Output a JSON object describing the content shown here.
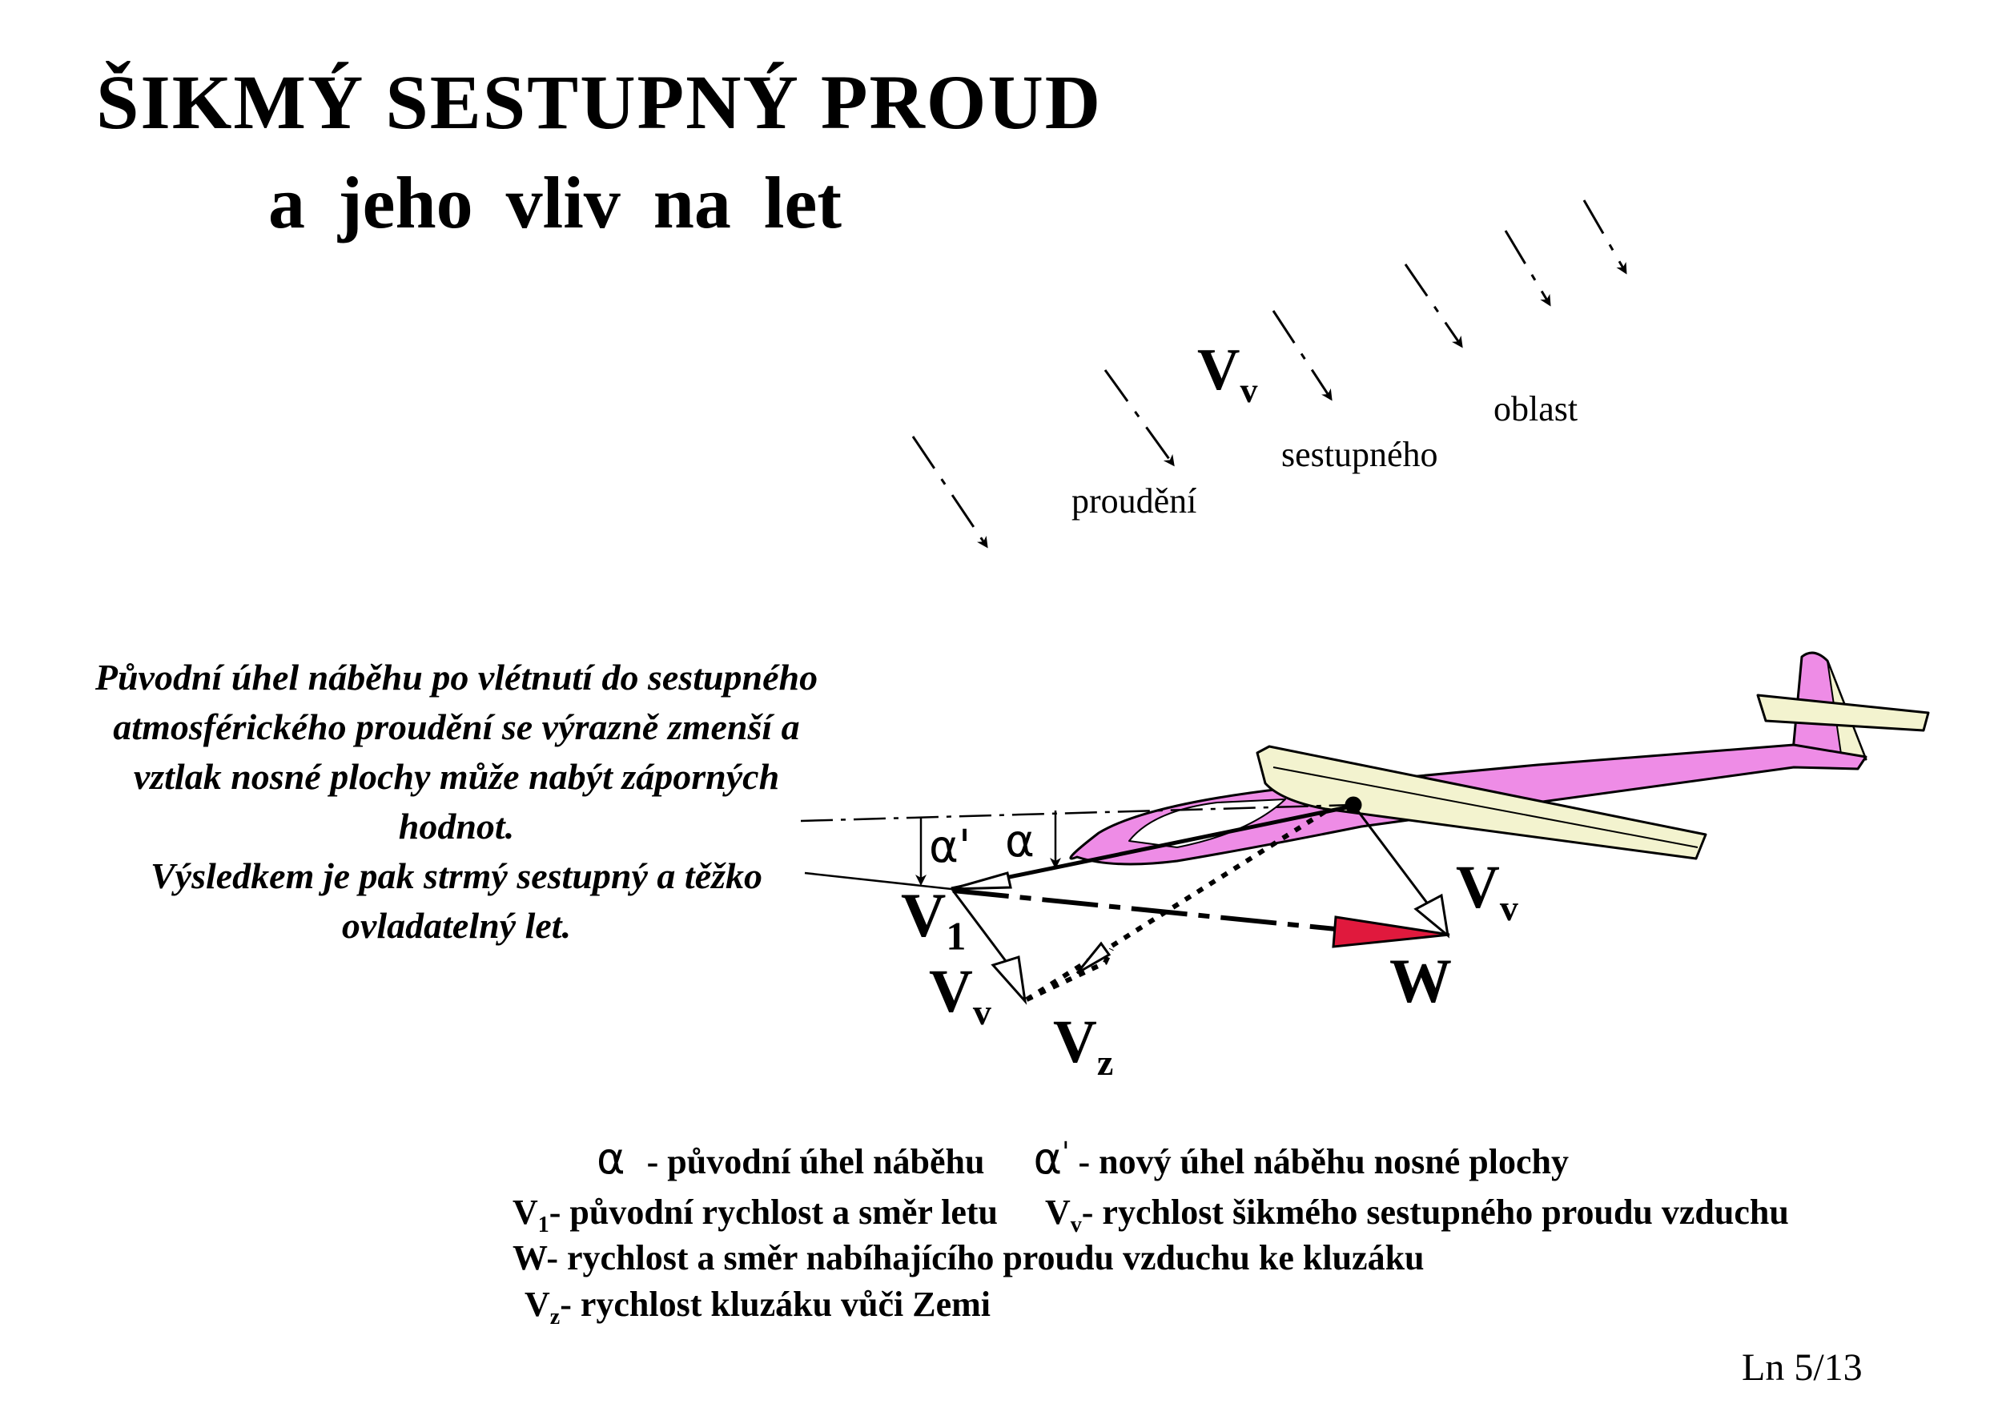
{
  "title": {
    "line1": "ŠIKMÝ  SESTUPNÝ  PROUD",
    "line2": "a  jeho  vliv  na  let"
  },
  "flow_words": [
    "proudění",
    "sestupného",
    "oblast"
  ],
  "flow_symbol": {
    "main": "V",
    "sub": "v"
  },
  "description": [
    "Původní úhel náběhu po vlétnutí do sestupného",
    "atmosférického proudění se výrazně zmenší a",
    "vztlak nosné plochy může nabýt záporných",
    "hodnot.",
    "Výsledkem je pak strmý sestupný a těžko",
    "ovladatelný let."
  ],
  "diagram_labels": {
    "alpha_prime": "α'",
    "alpha": "α",
    "v1": {
      "main": "V",
      "sub": "1"
    },
    "vv_left": {
      "main": "V",
      "sub": "v"
    },
    "vv_right": {
      "main": "V",
      "sub": "v"
    },
    "vz": {
      "main": "V",
      "sub": "z"
    },
    "w": "W"
  },
  "legend": {
    "row1_sym1": "α",
    "row1_text1": "- původní úhel náběhu",
    "row1_sym2": "α",
    "row1_prime": "'",
    "row1_text2": "- nový úhel náběhu nosné plochy",
    "row2_sym1": {
      "main": "V",
      "sub": "1"
    },
    "row2_text1": "- původní rychlost a směr letu",
    "row2_sym2": {
      "main": "V",
      "sub": "v"
    },
    "row2_text2": "- rychlost šikmého sestupného proudu vzduchu",
    "row3": "W- rychlost a směr nabíhajícího proudu vzduchu ke kluzáku",
    "row4_sym": {
      "main": "V",
      "sub": "z"
    },
    "row4_text": "- rychlost kluzáku vůči Zemi"
  },
  "page_number": "Ln 5/13",
  "colors": {
    "fuselage": "#ee8ce6",
    "wing": "#f3f3cf",
    "w_arrow": "#e0193d",
    "ink": "#000000"
  }
}
